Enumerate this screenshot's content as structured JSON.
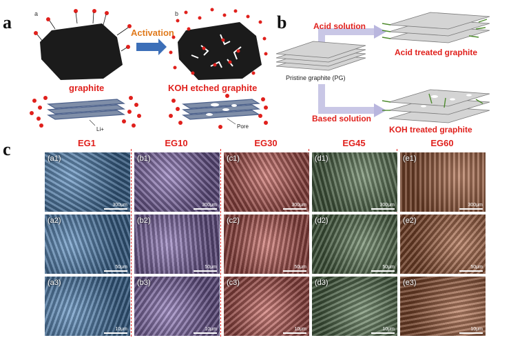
{
  "panel_a": {
    "letter": "a",
    "sub_a": "a",
    "sub_b": "b",
    "arrow_label": "Activation",
    "left_caption": "graphite",
    "right_caption": "KOH etched graphite",
    "ion_label": "Li+",
    "pore_label": "Pore"
  },
  "panel_b": {
    "letter": "b",
    "top_solution": "Acid solution",
    "top_product": "Acid treated graphite",
    "center_label": "Pristine graphite (PG)",
    "bottom_solution": "Based solution",
    "bottom_product": "KOH treated graphite"
  },
  "panel_c": {
    "letter": "c",
    "columns": [
      {
        "title": "EG1",
        "color": "#4f86bd"
      },
      {
        "title": "EG10",
        "color": "#8a70b8"
      },
      {
        "title": "EG30",
        "color": "#c8605a"
      },
      {
        "title": "EG45",
        "color": "#5c7a55"
      },
      {
        "title": "EG60",
        "color": "#a8603c"
      }
    ],
    "rows": [
      {
        "labels": [
          "(a1)",
          "(b1)",
          "(c1)",
          "(d1)",
          "(e1)"
        ],
        "scale": "300μm"
      },
      {
        "labels": [
          "(a2)",
          "(b2)",
          "(c2)",
          "(d2)",
          "(e2)"
        ],
        "scale": "50μm"
      },
      {
        "labels": [
          "(a3)",
          "(b3)",
          "(c3)",
          "(d3)",
          "(e3)"
        ],
        "scale": "10μm"
      }
    ]
  }
}
